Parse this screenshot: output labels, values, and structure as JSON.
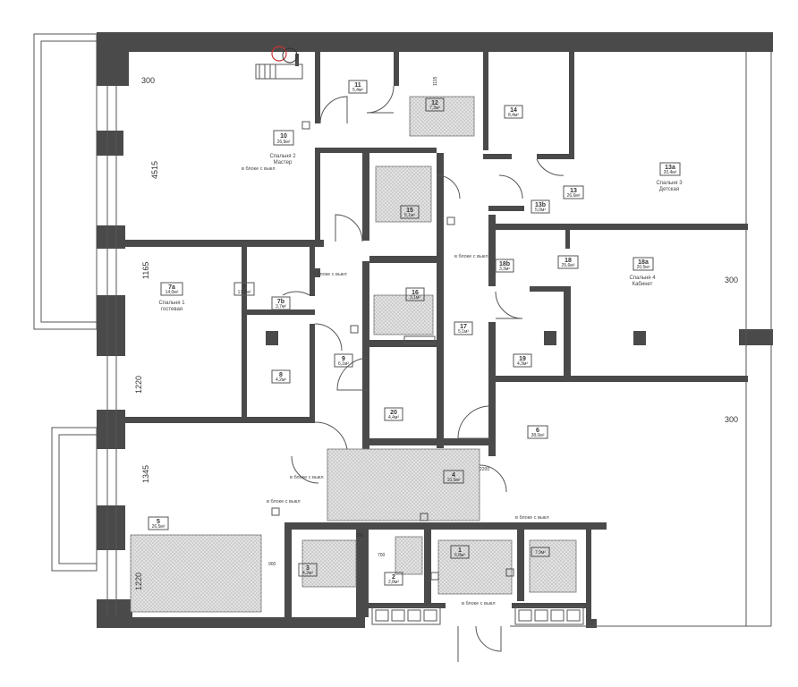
{
  "rooms": [
    {
      "id": "r10",
      "num": "10",
      "area": "26,9м²",
      "name": "Спальня 2",
      "name2": "Мастер"
    },
    {
      "id": "r11",
      "num": "11",
      "area": "5,4м²"
    },
    {
      "id": "r12",
      "num": "12",
      "area": "7,3м²"
    },
    {
      "id": "r14",
      "num": "14",
      "area": "8,4м²"
    },
    {
      "id": "r13a",
      "num": "13а",
      "area": "20,4м²",
      "name": "Спальня 3",
      "name2": "Детская"
    },
    {
      "id": "r13",
      "num": "13",
      "area": "26,6м²"
    },
    {
      "id": "r13b",
      "num": "13b",
      "area": "5,0м²"
    },
    {
      "id": "r15",
      "num": "15",
      "area": "5,1м²"
    },
    {
      "id": "r7a",
      "num": "7а",
      "area": "14,0м²",
      "name": "Спальня 1",
      "name2": "гостевая"
    },
    {
      "id": "r7",
      "num": "7",
      "area": "17,7м²"
    },
    {
      "id": "r7b",
      "num": "7b",
      "area": "3,7м²"
    },
    {
      "id": "r8",
      "num": "8",
      "area": "4,2м²"
    },
    {
      "id": "r16",
      "num": "16",
      "area": "3,1м²"
    },
    {
      "id": "r9",
      "num": "9",
      "area": "6,1м²"
    },
    {
      "id": "r17",
      "num": "17",
      "area": "5,1м²"
    },
    {
      "id": "r18b",
      "num": "18b",
      "area": "3,3м²"
    },
    {
      "id": "r18",
      "num": "18",
      "area": "25,6м²"
    },
    {
      "id": "r18a",
      "num": "18а",
      "area": "20,5м²",
      "name": "Спальня 4",
      "name2": "Кабинет"
    },
    {
      "id": "r19",
      "num": "19",
      "area": "4,3м²"
    },
    {
      "id": "r20",
      "num": "20",
      "area": "4,4м²"
    },
    {
      "id": "r6",
      "num": "6",
      "area": "38,0м²"
    },
    {
      "id": "r4",
      "num": "4",
      "area": "10,5м²"
    },
    {
      "id": "r5",
      "num": "5",
      "area": "26,5м²"
    },
    {
      "id": "r3",
      "num": "3",
      "area": "4,2м²"
    },
    {
      "id": "r2",
      "num": "2",
      "area": "2,8м²"
    },
    {
      "id": "r1",
      "num": "1",
      "area": "6,8м²"
    },
    {
      "id": "r0",
      "num": "",
      "area": "7,9м²"
    }
  ],
  "dimensions": [
    "300",
    "4515",
    "1165",
    "1220",
    "1345",
    "1220",
    "300",
    "300",
    "900",
    "900",
    "700",
    "1115",
    "2200"
  ],
  "notes": [
    "в блоке с выкл",
    "в блоке с выкл",
    "в блоке с выкл",
    "в блоке с выкл",
    "в блоке с выкл",
    "в блоке с выкл",
    "в блоке с выкл"
  ],
  "colors": {
    "wall": "#4a4a4a",
    "line": "#555555",
    "tile": "#dddddd"
  }
}
